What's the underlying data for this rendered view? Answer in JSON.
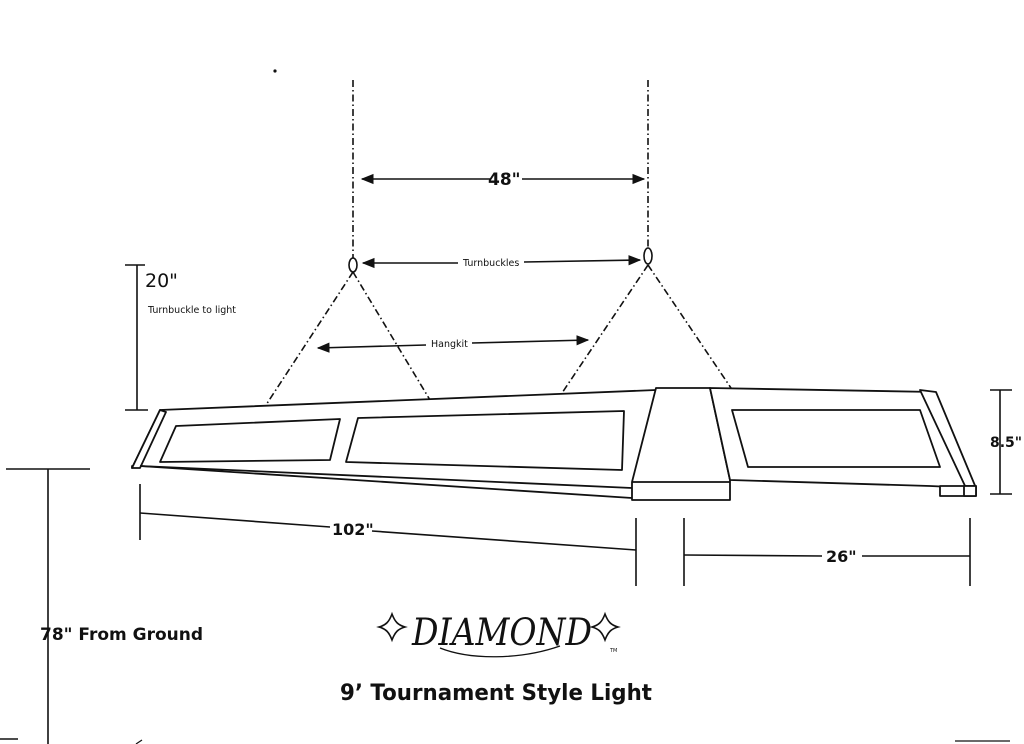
{
  "dimensions": {
    "hanger_spacing": "48\"",
    "turnbuckles": "Turnbuckles",
    "hangkit": "Hangkit",
    "drop_value": "20\"",
    "drop_note": "Turnbuckle to light",
    "length": "102\"",
    "end_width": "26\"",
    "height": "8.5\"",
    "ground": "78\" From Ground"
  },
  "brand": {
    "name": "DIAMOND",
    "tm": "TM"
  },
  "product_title": "9’ Tournament Style Light",
  "colors": {
    "ink": "#111111",
    "background": "#ffffff"
  }
}
